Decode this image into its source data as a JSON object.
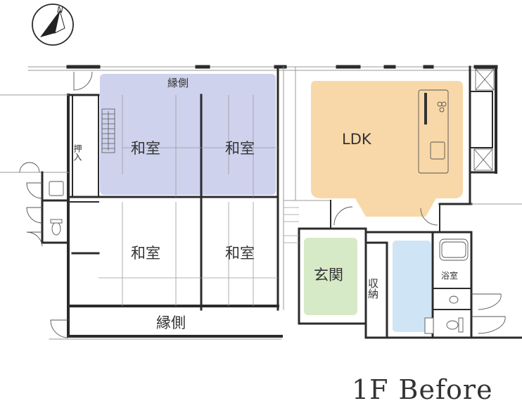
{
  "compass": {
    "north_label": "N"
  },
  "rooms": {
    "engawa_top": "縁側",
    "washitsu_tl": "和室",
    "washitsu_tr": "和室",
    "oshiire": "押入",
    "ldk": "LDK",
    "washitsu_bl": "和室",
    "washitsu_br": "和室",
    "genkan": "玄関",
    "shuno": "収納",
    "yokushitsu": "浴室",
    "engawa_bottom": "縁側"
  },
  "title": {
    "floor": "1F",
    "state": "Before"
  },
  "colors": {
    "washitsu_fill": "#c9cdeb",
    "ldk_fill": "#f8d6a3",
    "genkan_fill": "#d7eac7",
    "bath_fill": "#cfe5f5",
    "wall": "#2b2b2b",
    "thin_line": "#9a9a9a"
  }
}
